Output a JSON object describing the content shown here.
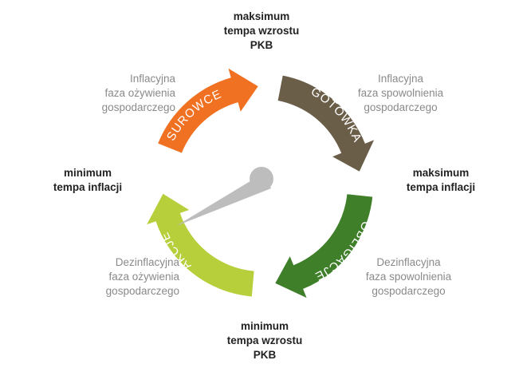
{
  "labels": {
    "top": [
      "maksimum",
      "tempa wzrostu",
      "PKB"
    ],
    "right": [
      "maksimum",
      "tempa inflacji"
    ],
    "bottom": [
      "minimum",
      "tempa wzrostu",
      "PKB"
    ],
    "left": [
      "minimum",
      "tempa inflacji"
    ]
  },
  "phases": {
    "top_left": [
      "Inflacyjna",
      "faza ożywienia",
      "gospodarczego"
    ],
    "top_right": [
      "Inflacyjna",
      "faza spowolnienia",
      "gospodarczego"
    ],
    "bottom_right": [
      "Dezinflacyjna",
      "faza spowolnienia",
      "gospodarczego"
    ],
    "bottom_left": [
      "Dezinflacyjna",
      "faza ożywienia",
      "gospodarczego"
    ]
  },
  "segments": [
    {
      "id": "surowce",
      "label": "SUROWCE",
      "color": "#f07122"
    },
    {
      "id": "gotowka",
      "label": "GOTÓWKA",
      "color": "#6b5e49"
    },
    {
      "id": "obligacje",
      "label": "OBLIGACJE",
      "color": "#3f7f2a"
    },
    {
      "id": "akcje",
      "label": "AKCJE",
      "color": "#b8cf3c"
    }
  ],
  "needle_color": "#bdbdbd"
}
